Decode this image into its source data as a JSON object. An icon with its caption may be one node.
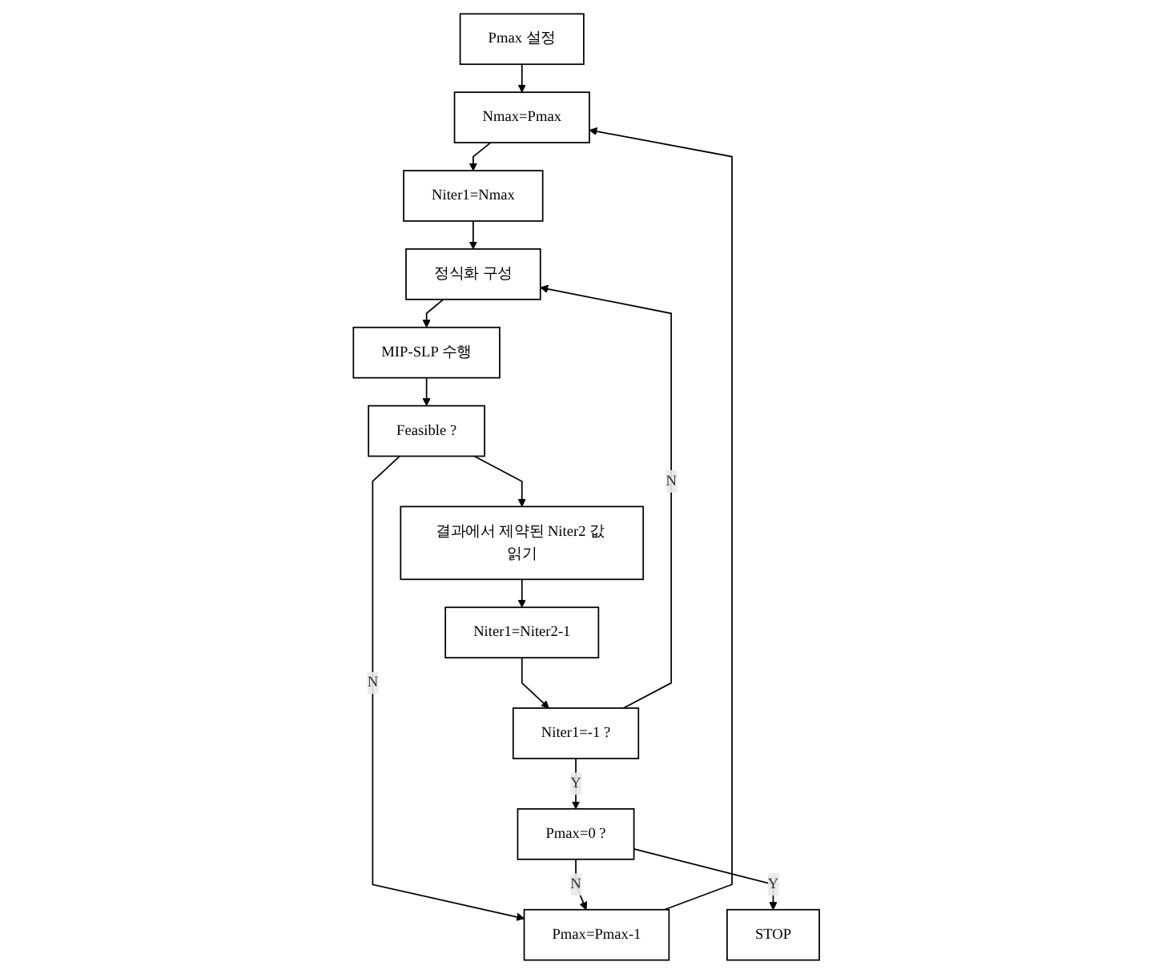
{
  "diagram": {
    "nodes": [
      {
        "text": [
          "Pmax 설정"
        ]
      },
      {
        "text": [
          "Nmax=Pmax"
        ]
      },
      {
        "text": [
          "Niter1=Nmax"
        ]
      },
      {
        "text": [
          "정식화 구성"
        ]
      },
      {
        "text": [
          "MIP-SLP 수행"
        ]
      },
      {
        "text": [
          "Feasible ?"
        ]
      },
      {
        "text": [
          "Pmax=Pmax-1"
        ]
      },
      {
        "text": [
          "결과에서 제약된 Niter2 값 읽기"
        ]
      },
      {
        "text": [
          "Niter1=Niter2-1"
        ]
      },
      {
        "text": [
          "Niter1=-1 ?"
        ]
      },
      {
        "text": [
          "Pmax=0 ?"
        ]
      },
      {
        "text": [
          "STOP"
        ]
      }
    ],
    "edges": [
      {
        "from": 0,
        "to": 1,
        "arrow": "to"
      },
      {
        "from": 1,
        "to": 2,
        "arrow": "to"
      },
      {
        "from": 2,
        "to": 3,
        "arrow": "to"
      },
      {
        "from": 3,
        "to": 4,
        "arrow": "to"
      },
      {
        "from": 4,
        "to": 5,
        "arrow": "to"
      },
      {
        "from": 5,
        "to": 6,
        "arrow": "to",
        "label": "N"
      },
      {
        "from": 5,
        "to": 7,
        "arrow": "to"
      },
      {
        "from": 7,
        "to": 8,
        "arrow": "to"
      },
      {
        "from": 8,
        "to": 9,
        "arrow": "to"
      },
      {
        "from": 9,
        "to": 3,
        "arrow": "to",
        "label": "N"
      },
      {
        "from": 9,
        "to": 10,
        "arrow": "to",
        "label": "Y"
      },
      {
        "from": 10,
        "to": 6,
        "arrow": "to",
        "label": "N"
      },
      {
        "from": 10,
        "to": 11,
        "arrow": "to",
        "label": "Y"
      },
      {
        "from": 6,
        "to": 1,
        "arrow": "to"
      }
    ]
  }
}
